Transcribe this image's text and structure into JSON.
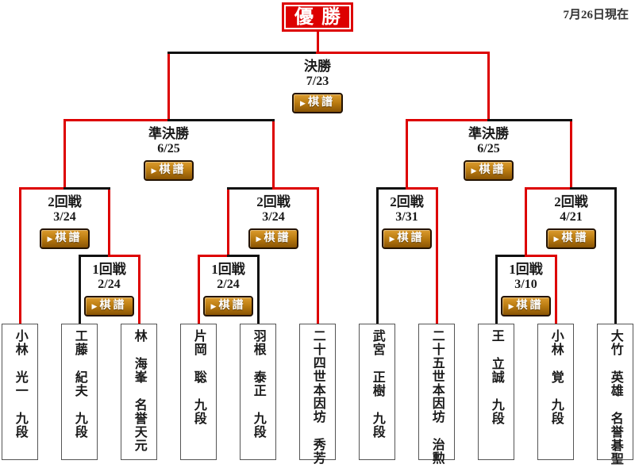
{
  "ui": {
    "champion_label": "優勝",
    "date_note": "7月26日現在",
    "kifu_arrow": "▶",
    "kifu_label": "棋譜"
  },
  "colors": {
    "winner_line": "#dd0000",
    "loser_line": "#111111",
    "champion_bg": "#dd0000",
    "button_gold_top": "#dc9c2e",
    "button_gold_bottom": "#8a5404",
    "button_border": "#241302"
  },
  "matches": [
    {
      "round": "決勝",
      "date": "7/23",
      "winner_side": "right"
    },
    {
      "round": "準決勝",
      "date": "6/25",
      "winner_side": "left"
    },
    {
      "round": "準決勝",
      "date": "6/25",
      "winner_side": "left"
    },
    {
      "round": "2回戦",
      "date": "3/24",
      "winner_side": "left"
    },
    {
      "round": "2回戦",
      "date": "3/24",
      "winner_side": "right"
    },
    {
      "round": "2回戦",
      "date": "3/31",
      "winner_side": "right"
    },
    {
      "round": "2回戦",
      "date": "4/21",
      "winner_side": "left"
    },
    {
      "round": "1回戦",
      "date": "2/24",
      "winner_side": "right"
    },
    {
      "round": "1回戦",
      "date": "2/24",
      "winner_side": "left"
    },
    {
      "round": "1回戦",
      "date": "3/10",
      "winner_side": "right"
    }
  ],
  "players": [
    {
      "name": "小林 光一 九段",
      "won_first_match": true
    },
    {
      "name": "工藤 紀夫 九段",
      "won_first_match": false
    },
    {
      "name": "林 海峯 名誉天元",
      "won_first_match": true
    },
    {
      "name": "片岡 聡 九段",
      "won_first_match": true
    },
    {
      "name": "羽根 泰正 九段",
      "won_first_match": false
    },
    {
      "name": "二十四世本因坊 秀芳",
      "won_first_match": true
    },
    {
      "name": "武宮 正樹 九段",
      "won_first_match": false
    },
    {
      "name": "二十五世本因坊 治勲",
      "won_first_match": true
    },
    {
      "name": "王 立誠 九段",
      "won_first_match": false
    },
    {
      "name": "小林 覚 九段",
      "won_first_match": true
    },
    {
      "name": "大竹 英雄 名誉碁聖",
      "won_first_match": false
    }
  ]
}
